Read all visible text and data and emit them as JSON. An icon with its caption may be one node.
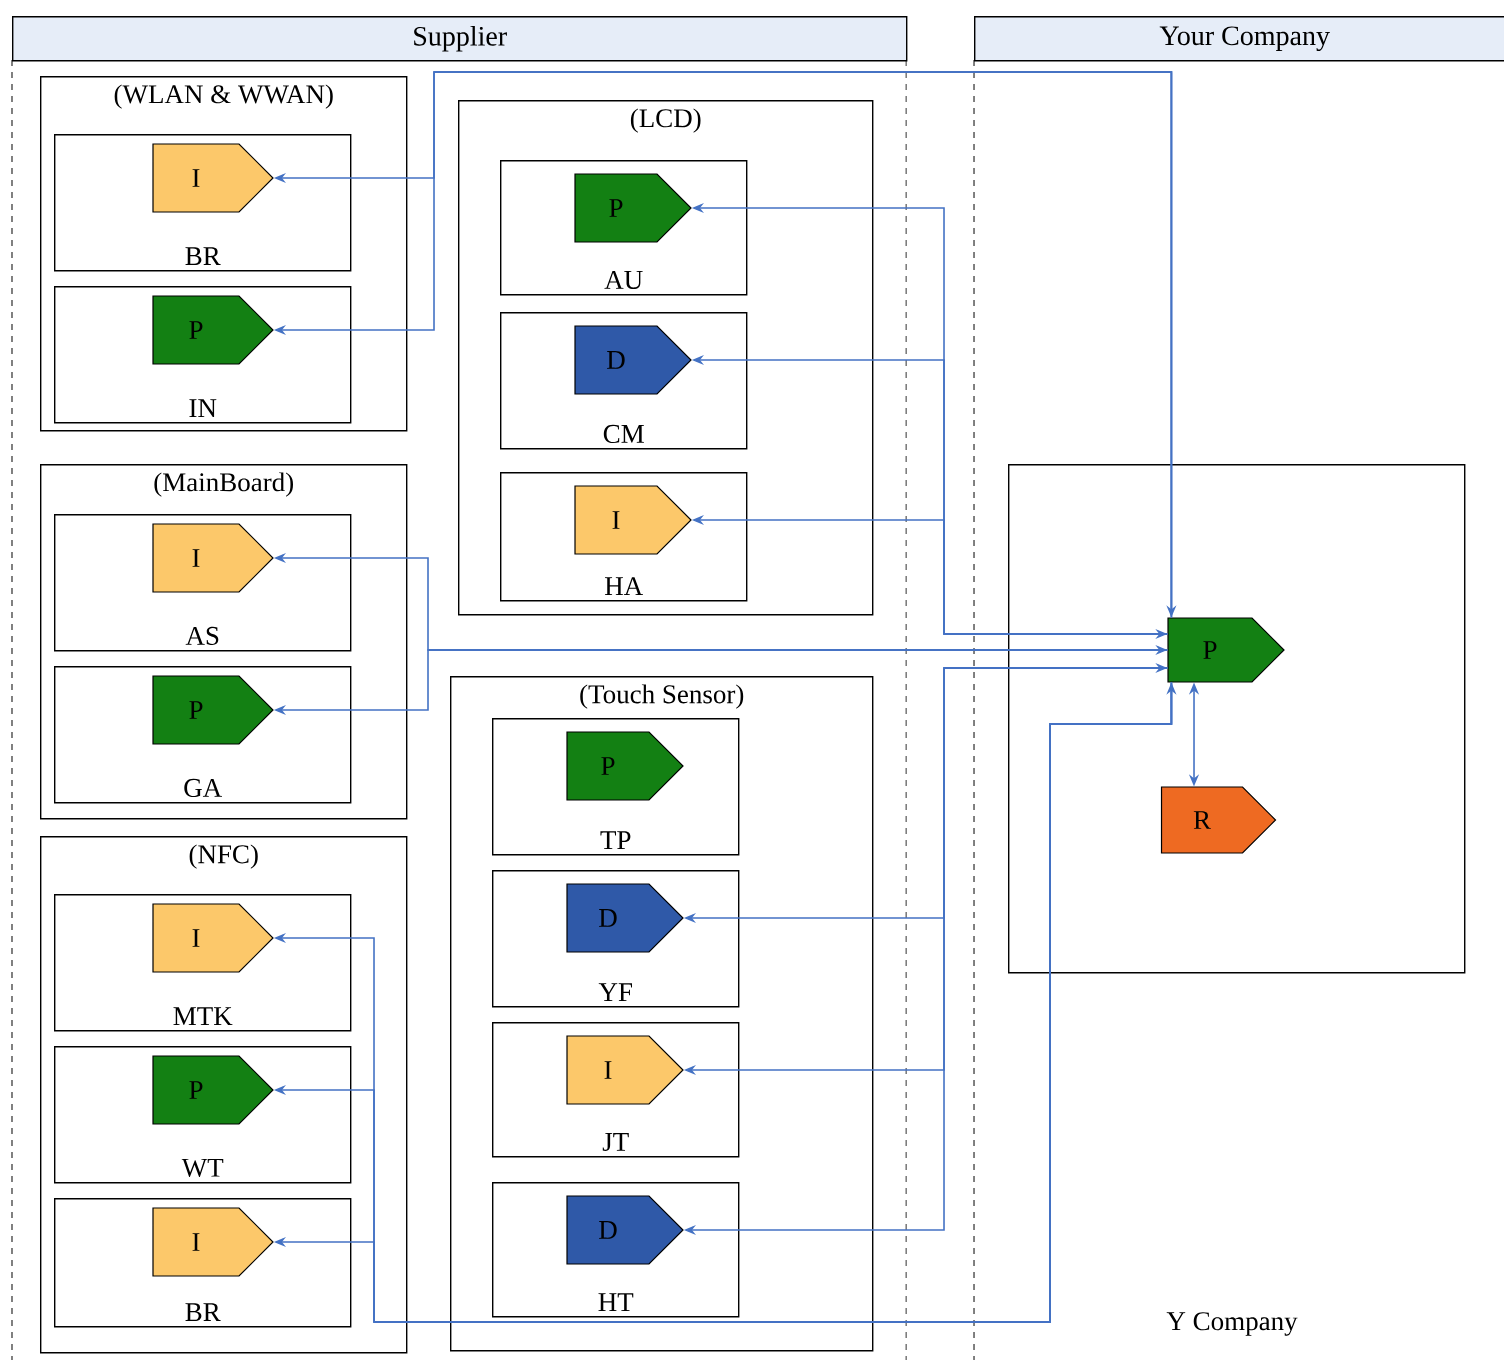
{
  "diagram": {
    "nodes": [
      {
        "text": [
          "Supplier"
        ]
      },
      {
        "text": [
          "Your Company"
        ]
      },
      {
        "text": [
          "(WLAN & WWAN)"
        ],
        "in": 0
      },
      {
        "text": [
          "BR"
        ],
        "in": 2
      },
      {
        "text": [
          "I"
        ],
        "in": 3
      },
      {
        "text": [
          "IN"
        ],
        "in": 2
      },
      {
        "text": [
          "P"
        ],
        "in": 5
      },
      {
        "text": [
          "(MainBoard)"
        ],
        "in": 0
      },
      {
        "text": [
          "AS"
        ],
        "in": 7
      },
      {
        "text": [
          "I"
        ],
        "in": 8
      },
      {
        "text": [
          "GA"
        ],
        "in": 7
      },
      {
        "text": [
          "P"
        ],
        "in": 10
      },
      {
        "text": [
          "(NFC)"
        ],
        "in": 0
      },
      {
        "text": [
          "MTK"
        ],
        "in": 12
      },
      {
        "text": [
          "I"
        ],
        "in": 13
      },
      {
        "text": [
          "WT"
        ],
        "in": 12
      },
      {
        "text": [
          "P"
        ],
        "in": 15
      },
      {
        "text": [
          "BR"
        ],
        "in": 12
      },
      {
        "text": [
          "I"
        ],
        "in": 17
      },
      {
        "text": [
          "(LCD)"
        ],
        "in": 0
      },
      {
        "text": [
          "AU"
        ],
        "in": 19
      },
      {
        "text": [
          "P"
        ],
        "in": 20
      },
      {
        "text": [
          "CM"
        ],
        "in": 19
      },
      {
        "text": [
          "D"
        ],
        "in": 22
      },
      {
        "text": [
          "HA"
        ],
        "in": 19
      },
      {
        "text": [
          "I"
        ],
        "in": 24
      },
      {
        "text": [
          "(Touch Sensor)"
        ],
        "in": 0
      },
      {
        "text": [
          "TP"
        ],
        "in": 26
      },
      {
        "text": [
          "P"
        ],
        "in": 27
      },
      {
        "text": [
          "YF"
        ],
        "in": 26
      },
      {
        "text": [
          "D"
        ],
        "in": 29
      },
      {
        "text": [
          "JT"
        ],
        "in": 26
      },
      {
        "text": [
          "I"
        ],
        "in": 31
      },
      {
        "text": [
          "HT"
        ],
        "in": 26
      },
      {
        "text": [
          "D"
        ],
        "in": 33
      },
      {
        "text": [],
        "shape": "box",
        "in": 1
      },
      {
        "text": [
          "P"
        ],
        "in": 35
      },
      {
        "text": [
          "R"
        ],
        "in": 35
      }
    ],
    "edges": [
      {
        "from": 36,
        "to": 4,
        "arrow": "both"
      },
      {
        "from": 36,
        "to": 6,
        "arrow": "both"
      },
      {
        "from": 36,
        "to": 21,
        "arrow": "both"
      },
      {
        "from": 36,
        "to": 23,
        "arrow": "both"
      },
      {
        "from": 36,
        "to": 25,
        "arrow": "both"
      },
      {
        "from": 36,
        "to": 9,
        "arrow": "both"
      },
      {
        "from": 36,
        "to": 11,
        "arrow": "both"
      },
      {
        "from": 36,
        "to": 30,
        "arrow": "both"
      },
      {
        "from": 36,
        "to": 32,
        "arrow": "both"
      },
      {
        "from": 36,
        "to": 34,
        "arrow": "both"
      },
      {
        "from": 36,
        "to": 14,
        "arrow": "both"
      },
      {
        "from": 36,
        "to": 16,
        "arrow": "both"
      },
      {
        "from": 36,
        "to": 18,
        "arrow": "both"
      },
      {
        "from": 36,
        "to": 37,
        "arrow": "both"
      }
    ],
    "labels": [
      "Y Company"
    ]
  }
}
